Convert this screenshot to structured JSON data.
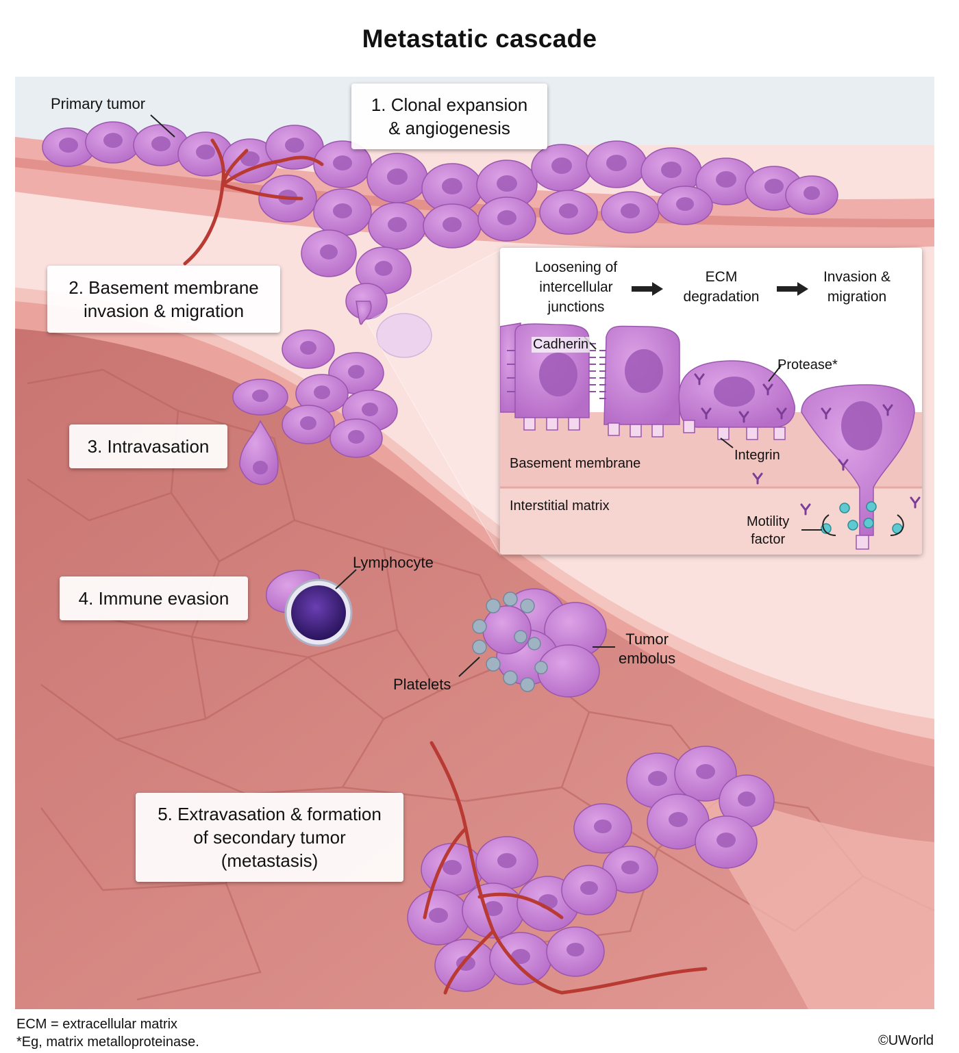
{
  "title": "Metastatic cascade",
  "labels": {
    "primary_tumor": "Primary tumor",
    "lymphocyte": "Lymphocyte",
    "platelets": "Platelets",
    "tumor_embolus_1": "Tumor",
    "tumor_embolus_2": "embolus"
  },
  "steps": [
    {
      "line1": "1. Clonal expansion",
      "line2": "& angiogenesis"
    },
    {
      "line1": "2. Basement membrane",
      "line2": "invasion & migration"
    },
    {
      "line1": "3. Intravasation"
    },
    {
      "line1": "4. Immune evasion"
    },
    {
      "line1": "5. Extravasation & formation",
      "line2": "of secondary tumor",
      "line3": "(metastasis)"
    }
  ],
  "inset": {
    "stage1": [
      "Loosening of",
      "intercellular",
      "junctions"
    ],
    "stage2": [
      "ECM",
      "degradation"
    ],
    "stage3": [
      "Invasion &",
      "migration"
    ],
    "cadherin": "Cadherin",
    "protease": "Protease*",
    "integrin": "Integrin",
    "basement_membrane": "Basement membrane",
    "interstitial_matrix": "Interstitial matrix",
    "motility_factor": [
      "Motility",
      "factor"
    ]
  },
  "footer": {
    "ecm_def": "ECM = extracellular matrix",
    "protease_note": "*Eg, matrix metalloproteinase.",
    "copyright": "©UWorld"
  },
  "colors": {
    "tissue": "#f2b8b4",
    "vessel_wall": "#e9a29e",
    "lumen": "#d98681",
    "tumor_cell": "#c77fd6",
    "nucleus": "#a45dbb",
    "blood_vessel": "#c0392b",
    "lymphocyte": "#3b1f7a",
    "platelet": "#9fb3c2"
  }
}
